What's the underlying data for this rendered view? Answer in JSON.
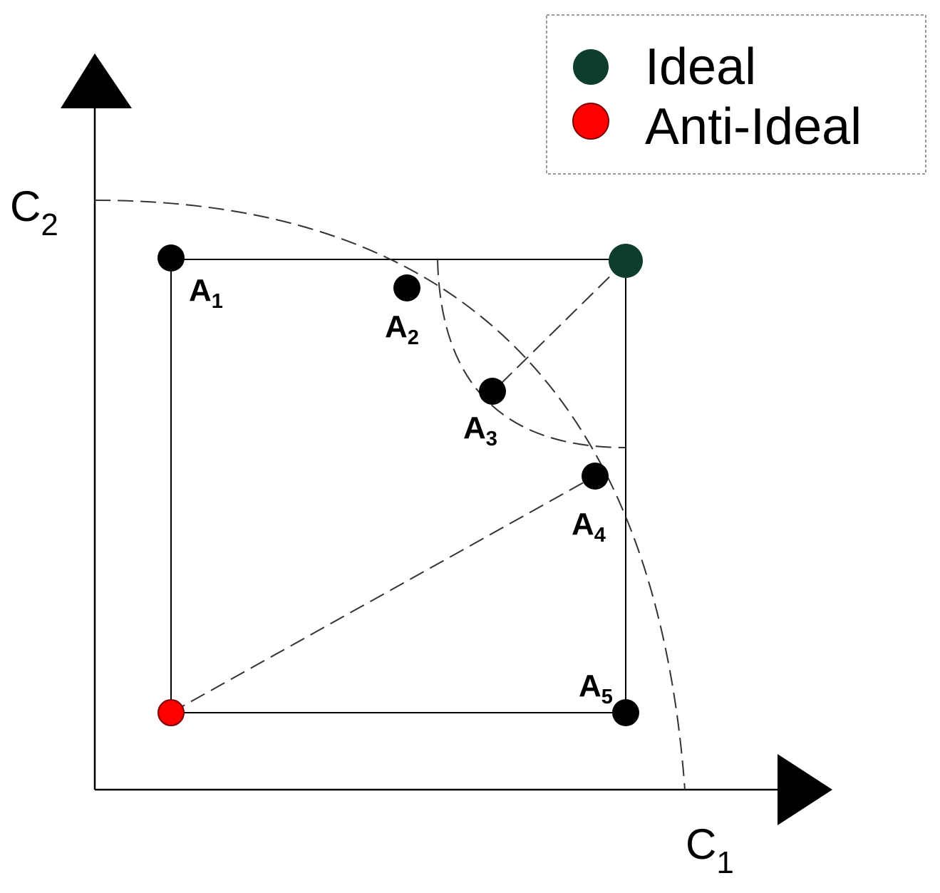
{
  "axes": {
    "x_label_main": "C",
    "x_label_sub": "1",
    "y_label_main": "C",
    "y_label_sub": "2"
  },
  "legend": {
    "items": [
      {
        "label": "Ideal",
        "color": "#0d3d2b"
      },
      {
        "label": "Anti-Ideal",
        "color": "#ff0000"
      }
    ]
  },
  "alternatives": [
    {
      "main": "A",
      "sub": "1"
    },
    {
      "main": "A",
      "sub": "2"
    },
    {
      "main": "A",
      "sub": "3"
    },
    {
      "main": "A",
      "sub": "4"
    },
    {
      "main": "A",
      "sub": "5"
    }
  ],
  "colors": {
    "ideal": "#0d3d2b",
    "anti_ideal": "#ff0000",
    "alternative": "#000000"
  }
}
